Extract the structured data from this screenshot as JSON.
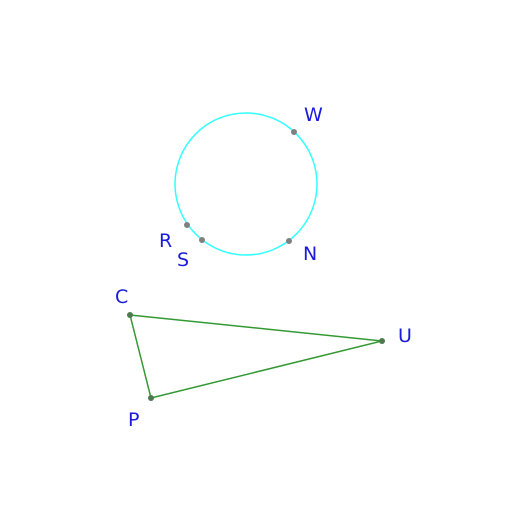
{
  "colors": {
    "circle_stroke": "#33ffff",
    "triangle_stroke": "#339933",
    "circle_point_fill": "#808080",
    "triangle_point_fill": "#4d7a4d",
    "label_color": "#1a1adb"
  },
  "labels": {
    "W": "W",
    "R": "R",
    "S": "S",
    "N": "N",
    "C": "C",
    "U": "U",
    "P": "P"
  }
}
